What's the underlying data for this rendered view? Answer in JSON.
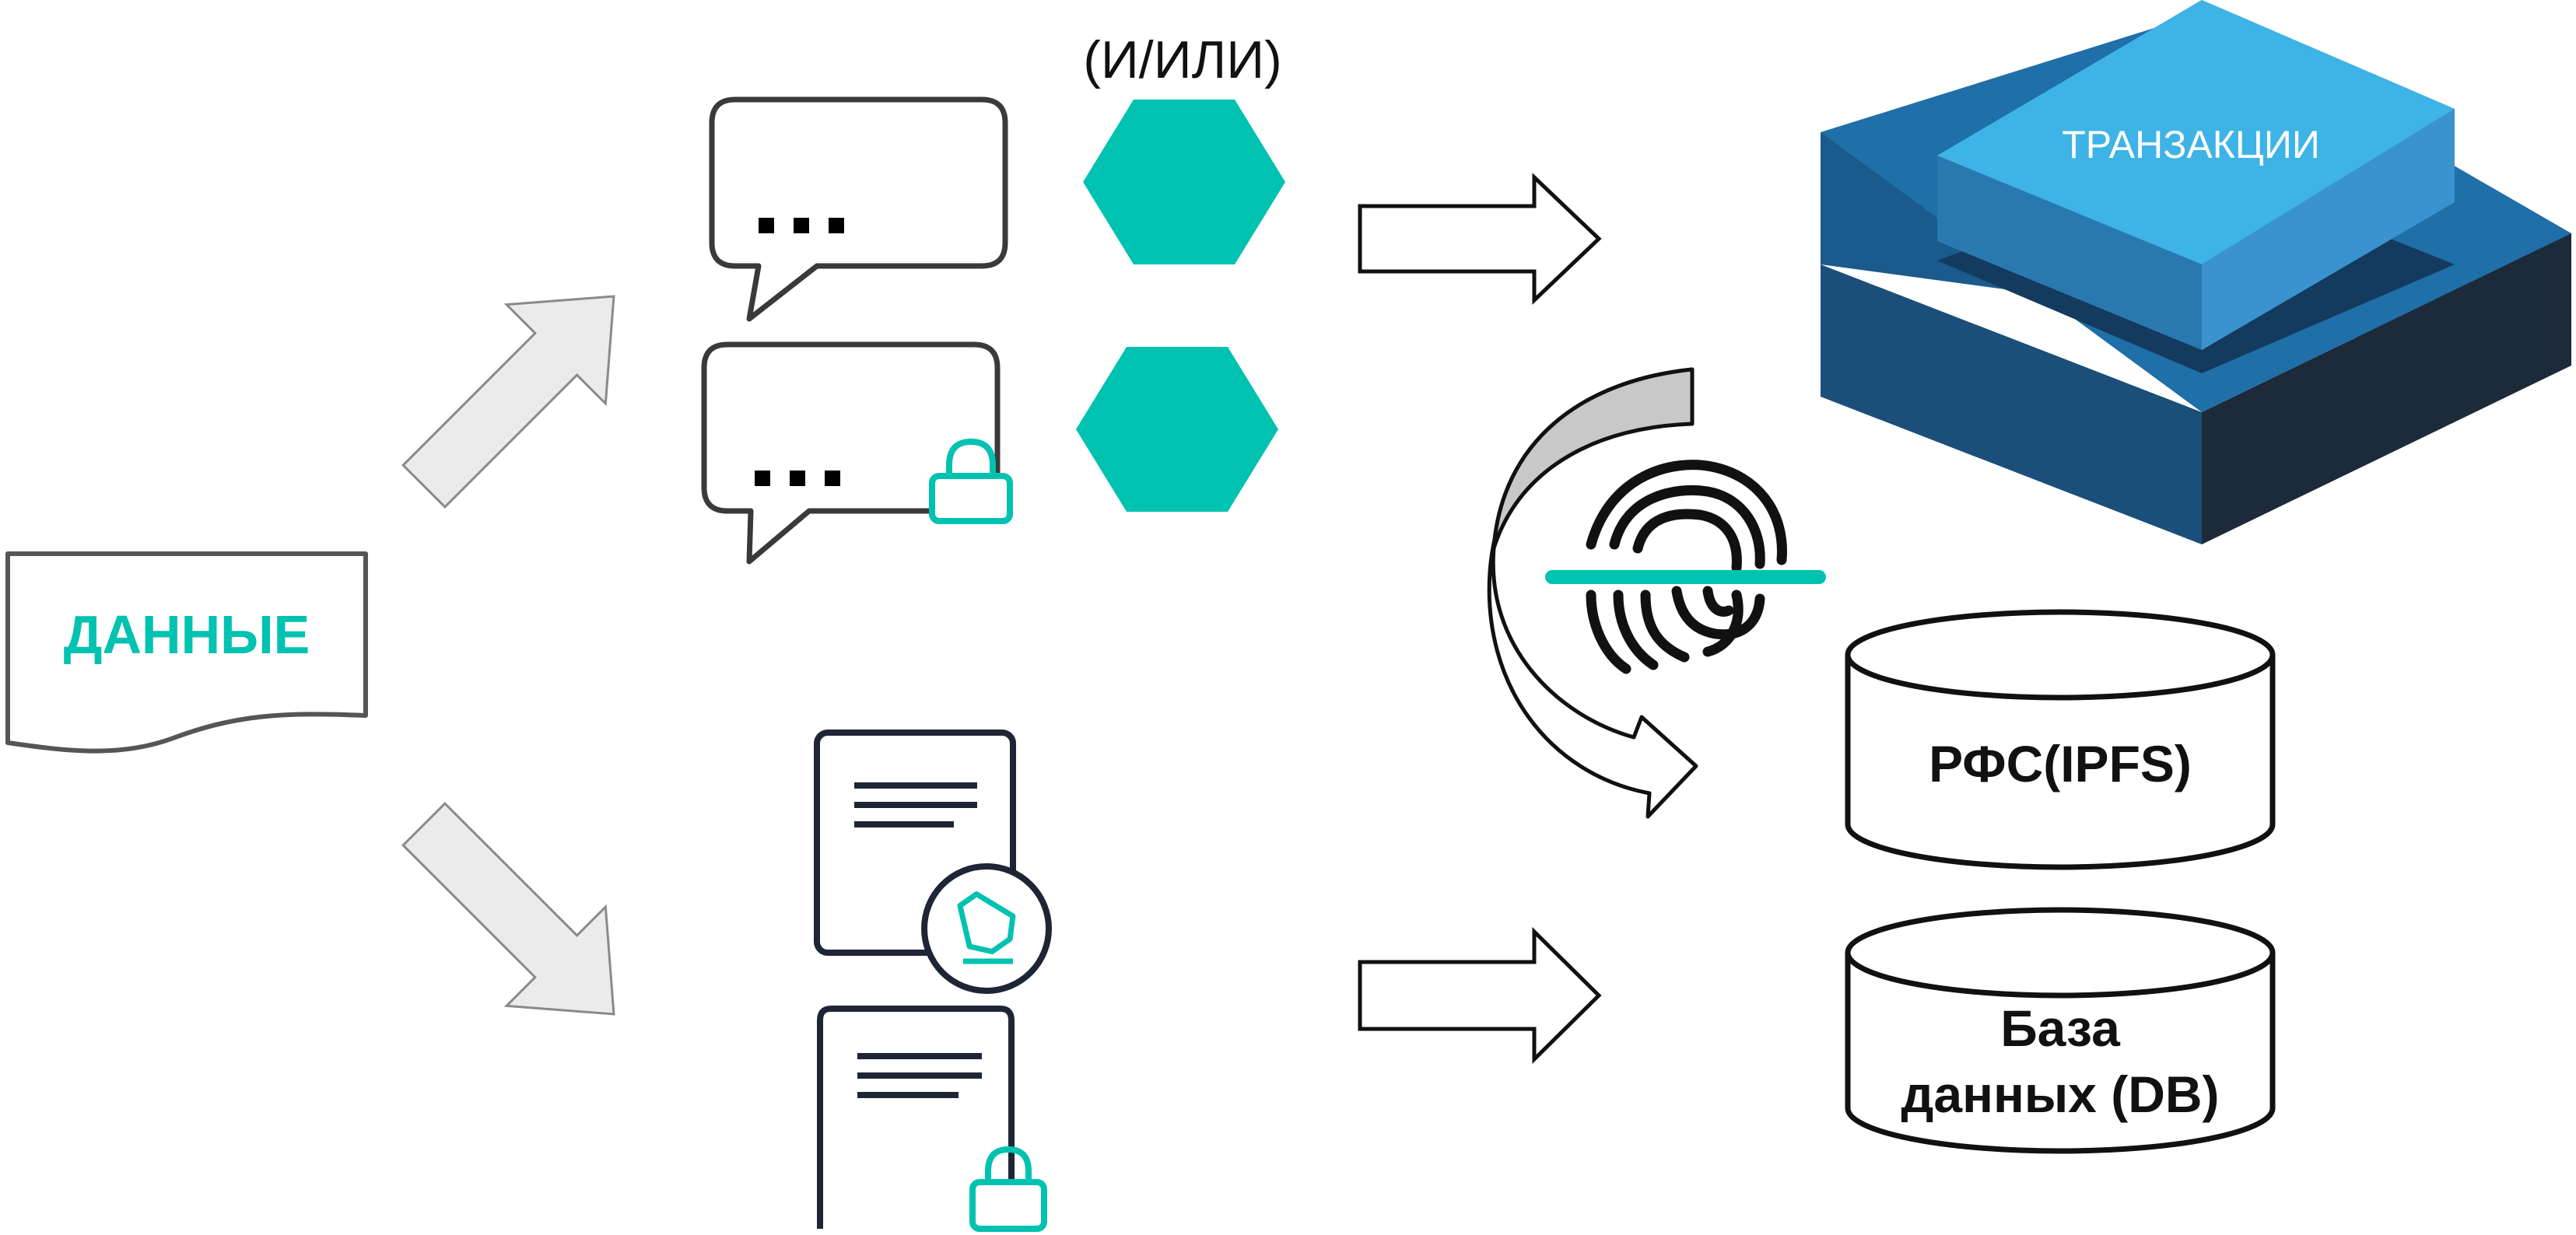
{
  "labels": {
    "data": "ДАННЫЕ",
    "and_or": "(И/ИЛИ)",
    "transactions": "ТРАНЗАКЦИИ",
    "ipfs": "РФС(IPFS)",
    "database_line1": "База",
    "database_line2": "данных (DB)"
  },
  "icons": [
    "message-bubble-icon",
    "locked-message-bubble-icon",
    "hexagon-icon",
    "document-icon",
    "signed-document-icon",
    "locked-document-icon",
    "padlock-icon",
    "pen-nib-icon",
    "fingerprint-icon",
    "curved-arrow-icon",
    "block-stack-icon",
    "database-cylinder-icon",
    "arrow-icon"
  ],
  "colors": {
    "accent_teal": "#00C2B0",
    "doc_dark": "#1E2535",
    "outline_dark": "#333333",
    "arrow_fill_grey": "#EBEBEB",
    "block_top_light": "#3DB3E6",
    "block_top_side": "#2E86C1",
    "block_base": "#1A5A8C",
    "block_base_dark": "#1C2A3A"
  }
}
